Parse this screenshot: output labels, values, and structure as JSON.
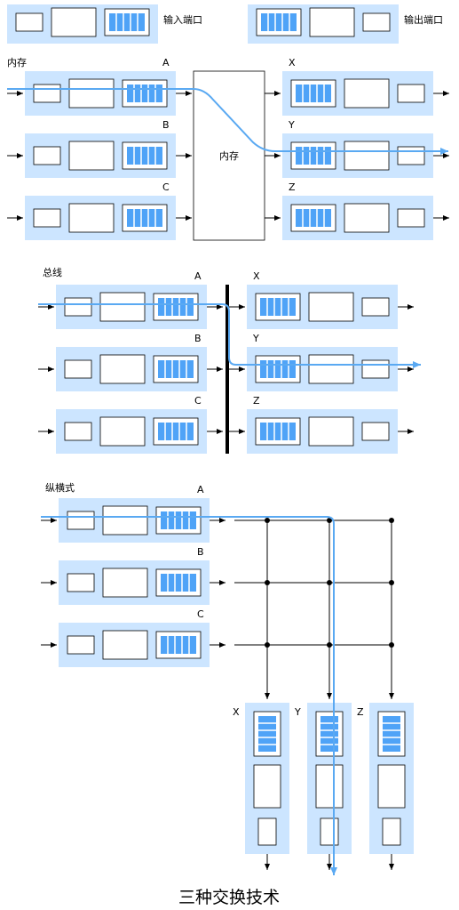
{
  "legend": {
    "input_port": "输入端口",
    "output_port": "输出端口"
  },
  "memory_section": {
    "title": "内存",
    "center_label": "内存",
    "inputs": [
      "A",
      "B",
      "C"
    ],
    "outputs": [
      "X",
      "Y",
      "Z"
    ]
  },
  "bus_section": {
    "title": "总线",
    "inputs": [
      "A",
      "B",
      "C"
    ],
    "outputs": [
      "X",
      "Y",
      "Z"
    ]
  },
  "crossbar_section": {
    "title": "纵横式",
    "inputs": [
      "A",
      "B",
      "C"
    ],
    "outputs": [
      "X",
      "Y",
      "Z"
    ]
  },
  "caption": "三种交换技术",
  "colors": {
    "panel": "#cce5ff",
    "queue": "#4fa3f7",
    "path": "#5aa9f2",
    "line": "#000000"
  }
}
